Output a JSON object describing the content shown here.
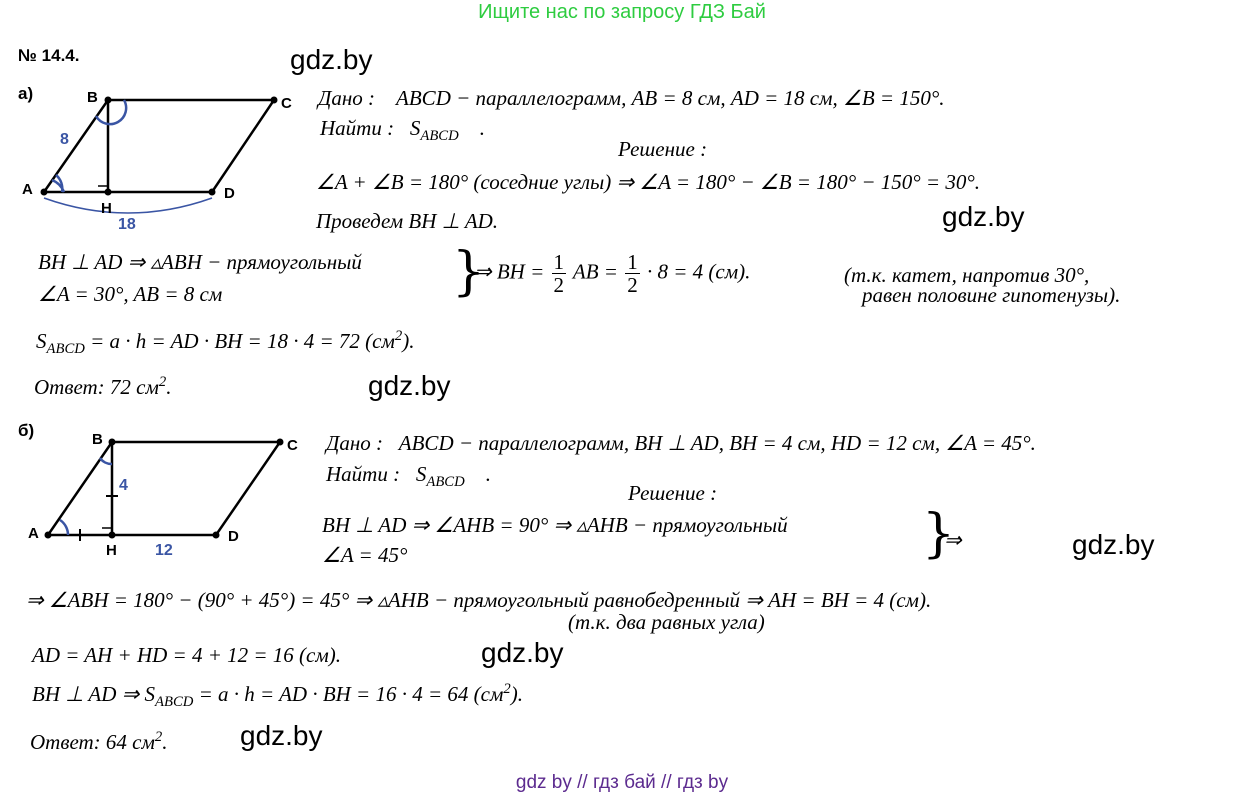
{
  "banner": "Ищите нас по запросу ГДЗ Бай",
  "problem_number": "№ 14.4.",
  "watermark": "gdz.by",
  "footer": "gdz by  //  гдз бай  //  гдз by",
  "part_a": {
    "label": "а)",
    "figure": {
      "vertices": [
        "A",
        "B",
        "C",
        "D",
        "H"
      ],
      "side_ab": "8",
      "side_ad": "18",
      "accent_color": "#3a55a4"
    },
    "given_label": "Дано",
    "given_text": "ABCD − параллелограмм,    AB = 8   см,    AD = 18   см,   ∠B = 150°.",
    "find_label": "Найти",
    "find_s": "S",
    "find_sub": "ABCD",
    "find_end": ".",
    "solution_label": "Решение",
    "line1": "∠A + ∠B = 180°   (соседние углы) ⇒   ∠A = 180° − ∠B = 180° − 150° = 30°.",
    "line2": "Проведем   BH ⊥ AD.",
    "sys1": "BH ⊥ AD   ⇒   ▵ABH − прямоугольный",
    "sys2": "∠A = 30°,    AB = 8   см",
    "result_lhs": "⇒   BH =",
    "frac_num": "1",
    "frac_den": "2",
    "result_mid": "AB =",
    "result_rhs": "· 8 = 4   (см).",
    "note1": "(т.к.   катет,   напротив   30°,",
    "note2": "равен   половине   гипотенузы).",
    "area_s": "S",
    "area_sub": "ABCD",
    "area_rest": "= a · h = AD · BH = 18 · 4 = 72   (см",
    "area_sup": "2",
    "area_end": ").",
    "answer_label": "Ответ",
    "answer_value": ":   72   см",
    "answer_sup": "2",
    "answer_end": "."
  },
  "part_b": {
    "label": "б)",
    "figure": {
      "vertices": [
        "A",
        "B",
        "C",
        "D",
        "H"
      ],
      "side_bh": "4",
      "side_hd": "12",
      "accent_color": "#3a55a4"
    },
    "given_label": "Дано",
    "given_text": "ABCD − параллелограмм,   BH ⊥ AD,   BH = 4   см,    HD = 12   см,   ∠A = 45°.",
    "find_label": "Найти",
    "find_s": "S",
    "find_sub": "ABCD",
    "find_end": ".",
    "solution_label": "Решение",
    "sys1": "BH ⊥ AD   ⇒   ∠AHB = 90°   ⇒   ▵AHB − прямоугольный",
    "sys2": "∠A = 45°",
    "implies": "⇒",
    "line3": "⇒   ∠ABH = 180° − (90° + 45°) = 45°   ⇒   ▵AHB − прямоугольный    равнобедренный   ⇒   AH = BH = 4   (см).",
    "line3_note": "(т.к.   два   равных   угла)",
    "line4": "AD = AH + HD = 4 + 12 = 16   (см).",
    "area_lhs": "BH ⊥ AD   ⇒   S",
    "area_sub": "ABCD",
    "area_rest": "= a · h = AD · BH = 16 · 4 = 64   (см",
    "area_sup": "2",
    "area_end": ").",
    "answer_label": "Ответ",
    "answer_value": ":   64   см",
    "answer_sup": "2",
    "answer_end": "."
  }
}
